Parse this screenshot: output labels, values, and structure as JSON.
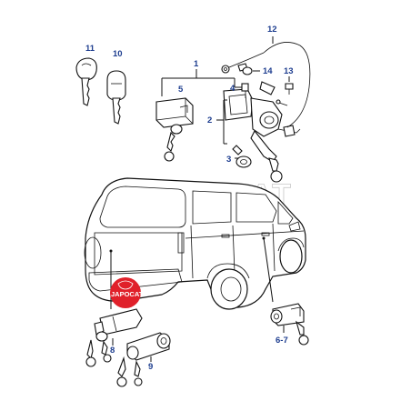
{
  "watermark": {
    "text": "JAPOCAT"
  },
  "logo": {
    "text": "JAPOCAT",
    "color": "#e0202a"
  },
  "accent_color": "#1d3d8f",
  "callouts": {
    "c1": "1",
    "c2": "2",
    "c3": "3",
    "c4": "4",
    "c5": "5",
    "c6_7": "6-7",
    "c8": "8",
    "c9": "9",
    "c10": "10",
    "c11": "11",
    "c12": "12",
    "c13": "13",
    "c14": "14"
  }
}
